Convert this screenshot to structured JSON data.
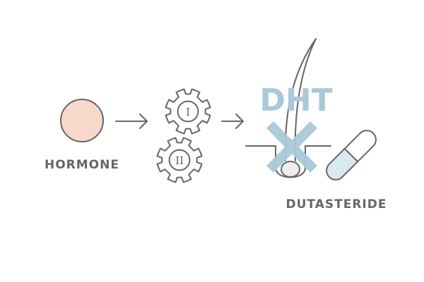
{
  "labels": {
    "hormone": "HORMONE",
    "dht": "DHT",
    "dutasteride": "DUTASTERIDE"
  },
  "enzymes": {
    "type1": "I",
    "type2": "II"
  },
  "icons": {
    "hormone": "circle-icon",
    "enzyme1": "gear-icon",
    "enzyme2": "gear-icon",
    "follicle": "hair-follicle-icon",
    "block": "x-cross-icon",
    "drug": "capsule-icon",
    "arrows": "arrow-right-icon"
  },
  "colors": {
    "hormone_fill": "#f7d9cc",
    "stroke": "#666666",
    "dht_text": "#a9c9d8",
    "cross": "#a9c9d8",
    "capsule_fill": "#d8e9f1"
  }
}
